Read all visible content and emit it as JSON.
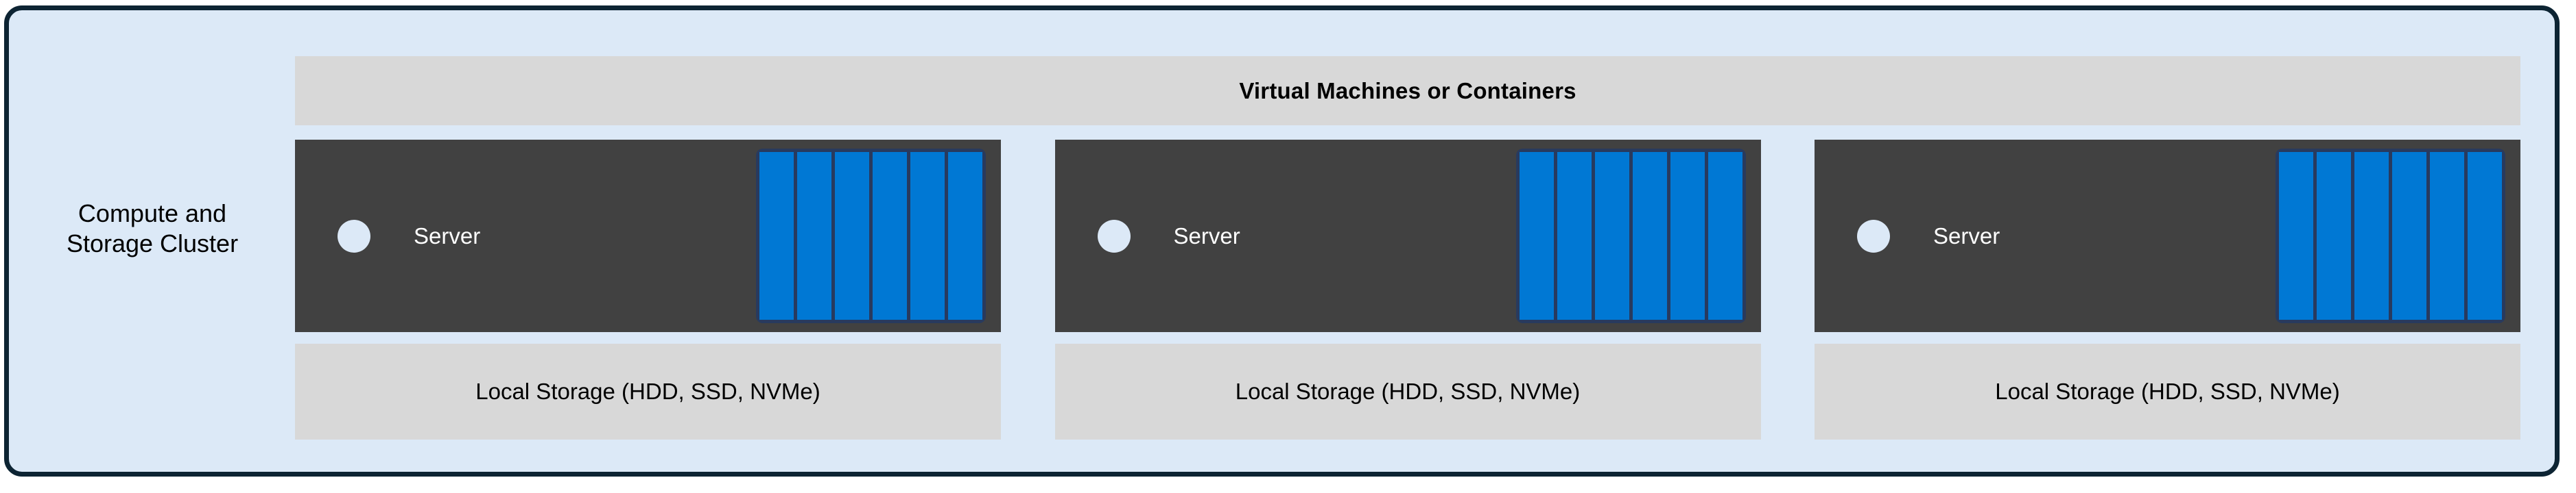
{
  "diagram": {
    "cluster_label": "Compute and\nStorage Cluster",
    "vm_band_title": "Virtual Machines or Containers",
    "colors": {
      "frame_border": "#0d2433",
      "frame_fill": "#dce9f7",
      "band_fill": "#d8d8d8",
      "chassis_fill": "#414141",
      "drive_bay_blue": "#0078d4",
      "drive_bay_border": "#283a5e",
      "led_fill": "#dce9f7",
      "server_text": "#ffffff",
      "body_text": "#000000"
    },
    "nodes": [
      {
        "server_label": "Server",
        "storage_label": "Local Storage (HDD, SSD, NVMe)",
        "drive_bay_count": 6,
        "led": "status-led"
      },
      {
        "server_label": "Server",
        "storage_label": "Local Storage (HDD, SSD, NVMe)",
        "drive_bay_count": 6,
        "led": "status-led"
      },
      {
        "server_label": "Server",
        "storage_label": "Local Storage (HDD, SSD, NVMe)",
        "drive_bay_count": 6,
        "led": "status-led"
      }
    ]
  }
}
